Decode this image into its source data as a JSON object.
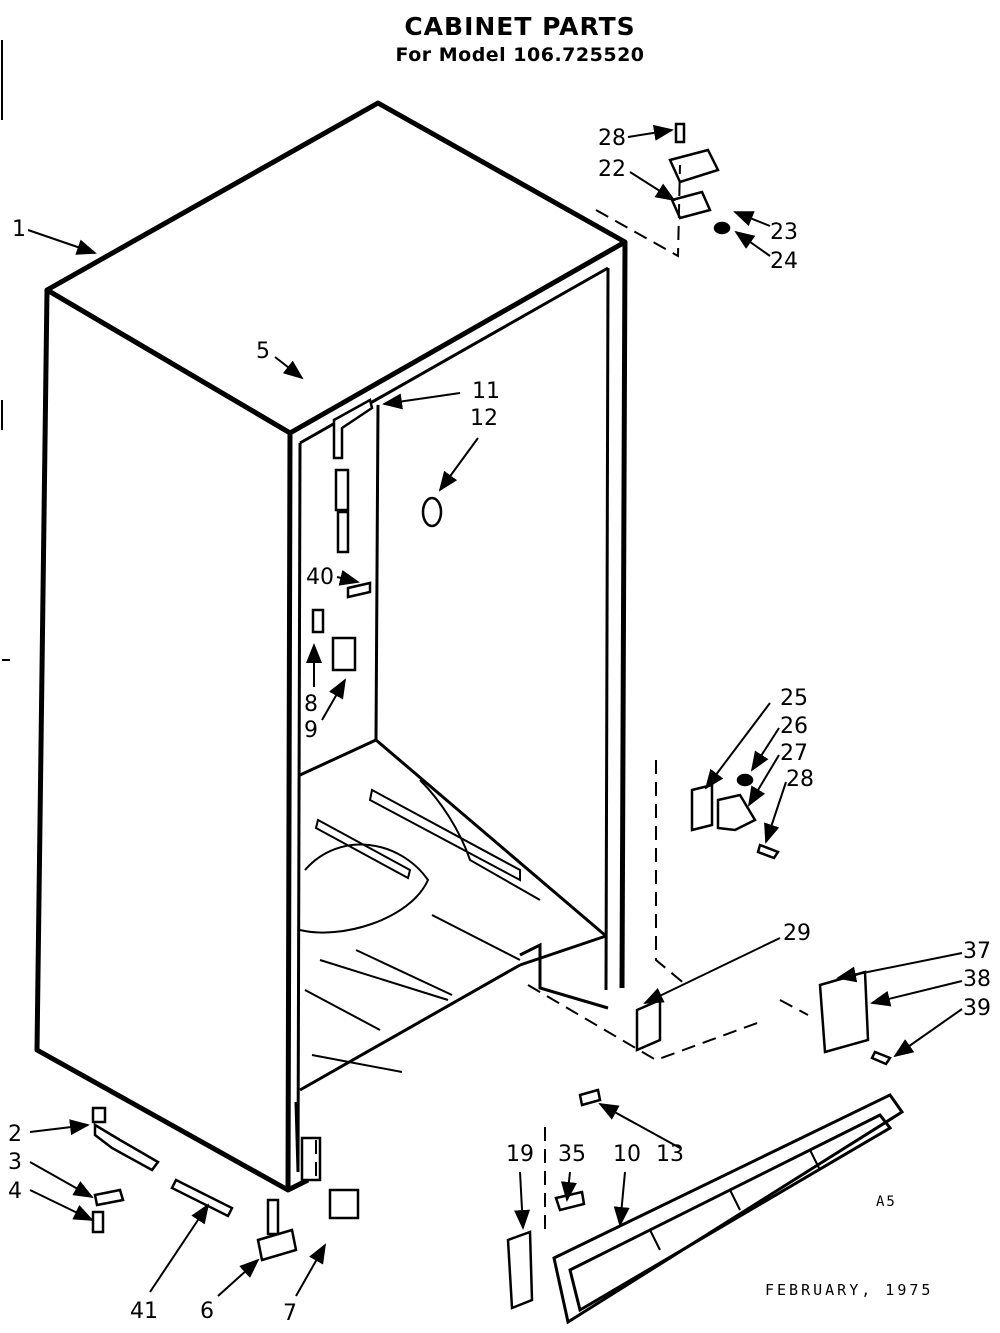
{
  "title": "CABINET PARTS",
  "subtitle": "For Model 106.725520",
  "code_mark": "A5",
  "date": "FEBRUARY, 1975",
  "callouts": [
    "1",
    "2",
    "3",
    "4",
    "5",
    "6",
    "7",
    "8",
    "9",
    "10",
    "11",
    "12",
    "13",
    "19",
    "22",
    "23",
    "24",
    "25",
    "26",
    "27",
    "28",
    "28",
    "29",
    "35",
    "37",
    "38",
    "39",
    "40",
    "41"
  ]
}
